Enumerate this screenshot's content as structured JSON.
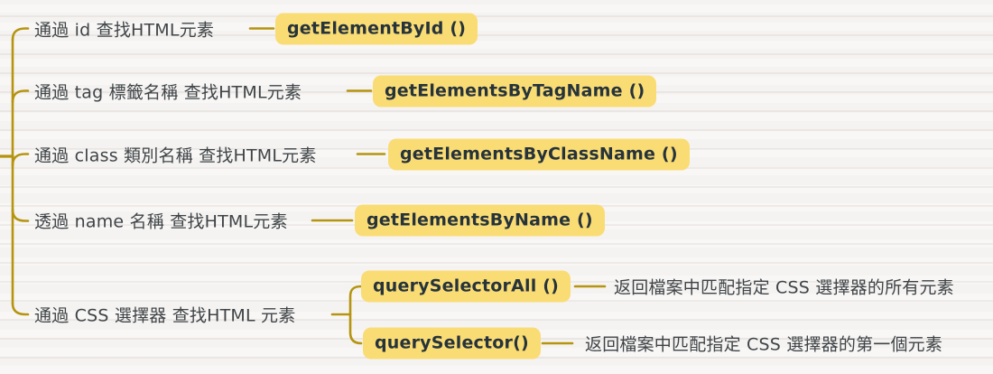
{
  "colors": {
    "background": "#f5f3f1",
    "paper_line": "#e7e2de",
    "connector": "#b5940f",
    "node_fill": "#fadc75",
    "node_text": "#26333a",
    "label_text": "#3f4447"
  },
  "tree": {
    "branches": [
      {
        "label": "通過 id 查找HTML元素",
        "node": "getElementById ()"
      },
      {
        "label": "通過 tag 標籤名稱 查找HTML元素",
        "node": "getElementsByTagName ()"
      },
      {
        "label": "通過 class 類別名稱 查找HTML元素",
        "node": "getElementsByClassName ()"
      },
      {
        "label": "透過 name 名稱 查找HTML元素",
        "node": "getElementsByName ()"
      },
      {
        "label": "通過 CSS 選擇器 查找HTML 元素",
        "children": [
          {
            "node": "querySelectorAll ()",
            "description": "返回檔案中匹配指定 CSS 選擇器的所有元素"
          },
          {
            "node": "querySelector()",
            "description": "返回檔案中匹配指定 CSS 選擇器的第一個元素"
          }
        ]
      }
    ]
  }
}
